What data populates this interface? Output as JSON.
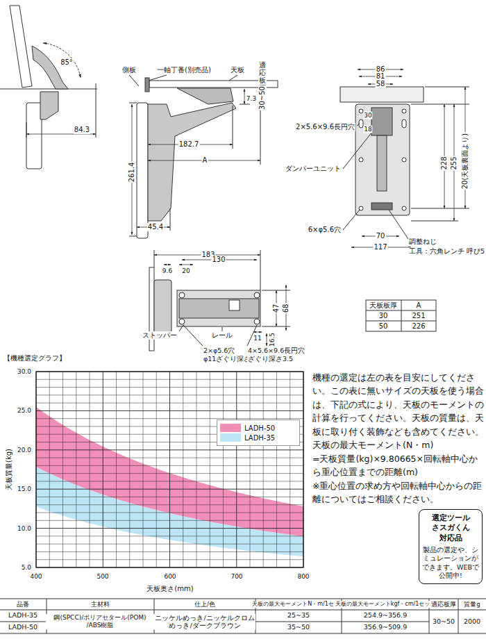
{
  "diagram": {
    "nodes": [
      {
        "text": [
          "選定ツール さスガくん 対応品",
          "製品の選定や、シミュレーションができます。WEBで公開中!"
        ]
      }
    ],
    "labels": [
      "85°",
      "84.3",
      "側板",
      "一軸丁番(別売品)",
      "天板",
      "適応板厚",
      "30~50",
      "7.3",
      "182.7",
      "A",
      "261.4",
      "45.4",
      "86",
      "81",
      "58",
      "2×5.6×9.6長円穴",
      "18",
      "30",
      "228",
      "255",
      "20(天板裏面より)",
      "ダンパーユニット",
      "6×φ5.6穴",
      "70",
      "117",
      "調整ねじ",
      "工具：六角レンチ 呼び5",
      "183",
      "9.6",
      "20",
      "130",
      "47",
      "68",
      "11",
      "16.5",
      "ストッパー",
      "レール",
      "2×φ5.6穴",
      "φ11ざぐり深さ3.5",
      "4×5.6×9.6長円穴",
      "ざぐり深さ3.5",
      "天板板厚",
      "A",
      "30",
      "251",
      "50",
      "226",
      "【機種選定グラフ】",
      "30.0",
      "25.0",
      "20.0",
      "15.0",
      "10.0",
      "5.0",
      "400",
      "500",
      "600",
      "700",
      "800",
      "天板質量(kg)",
      "天板奥さ(mm)",
      "機種の選定は左の表を目安にしてください。この表に無いサイズの天板を使う場合は、下記の式により、天板のモーメントの計算を行ってください。天板の質量は、天板に取り付く装飾なども含めてください。",
      "天板の最大モーメント(N・m)",
      "=天板質量(kg)×9.80665×回転軸中心から重心位置までの距離(m)",
      "※重心位置の求め方や回転軸中心からの距離についてはご相談ください。",
      "品番",
      "主材料",
      "仕上/色",
      "天板の最大モーメントN・m/1セット",
      "天板の最大モーメントkgf・cm/1セット",
      "適応板厚",
      "質量g",
      "LADH-35",
      "鋼(SPCC)/ポリアセタール(POM) /ABS樹脂",
      "ニッケルめっき/ニッケルクロム めっき/ダークブラウン",
      "25~35",
      "254.9~356.9",
      "30~50",
      "2000",
      "LADH-50",
      "35~50",
      "356.9~509.9"
    ],
    "legend": [
      {
        "text": "LADH-50",
        "color": "#f28fb8"
      },
      {
        "text": "LADH-35",
        "color": "#bde5f5"
      }
    ]
  }
}
